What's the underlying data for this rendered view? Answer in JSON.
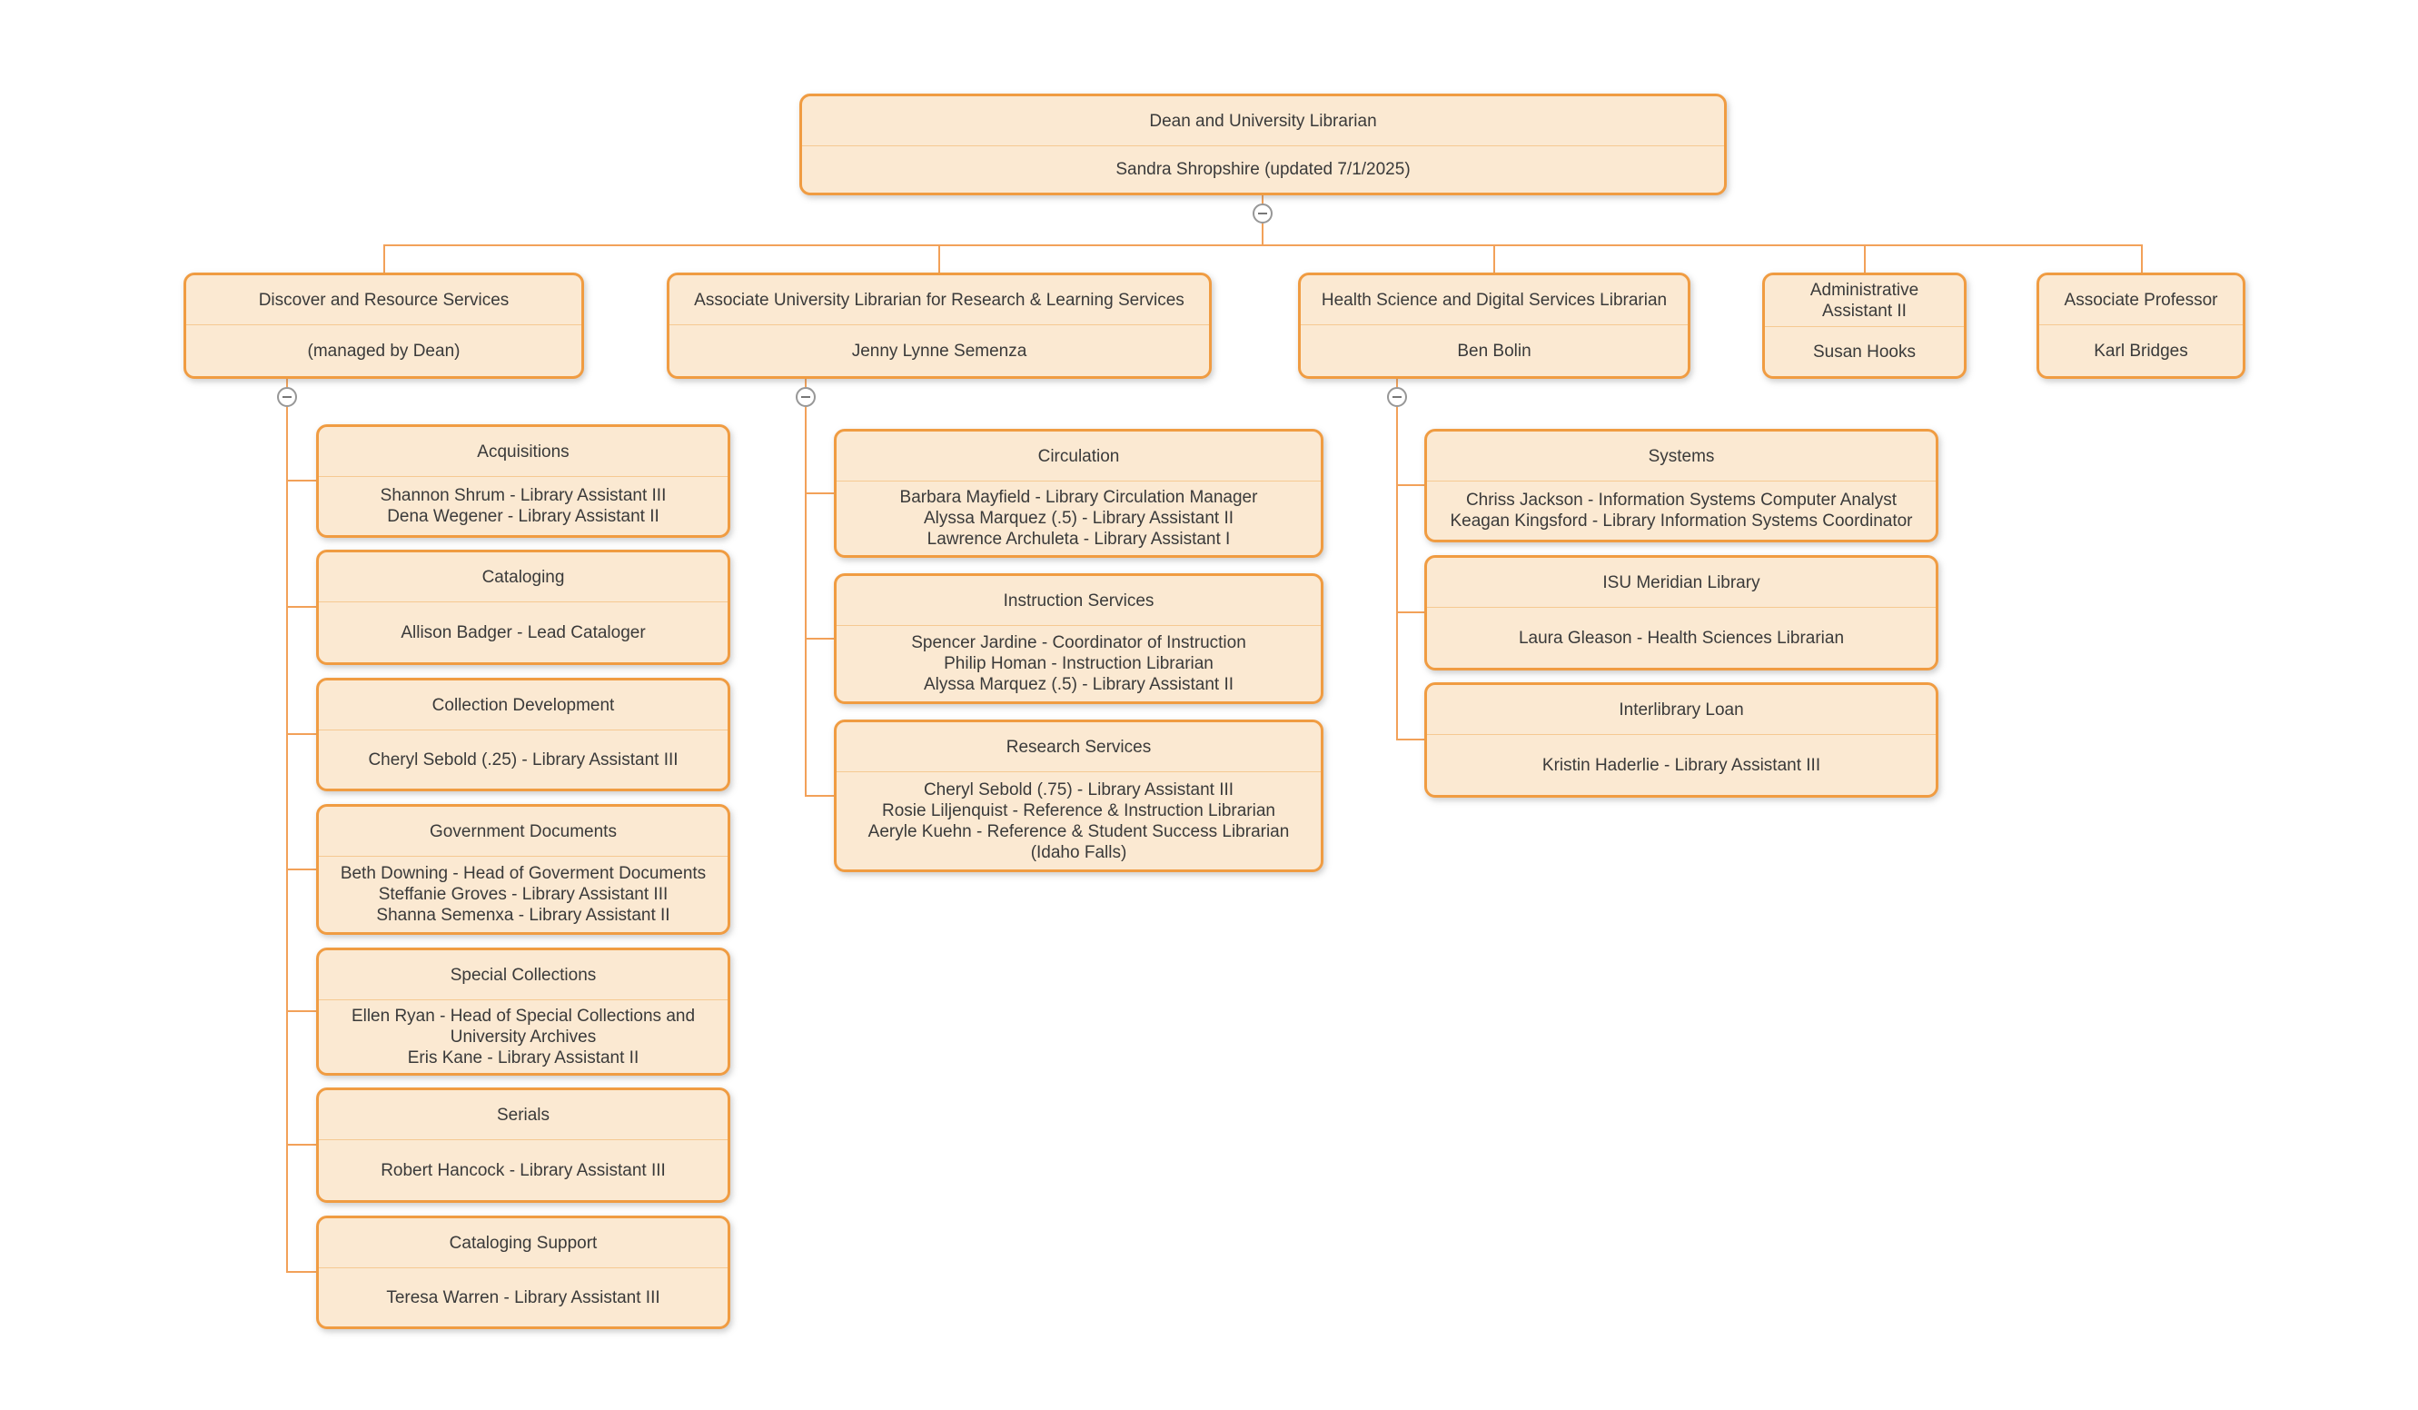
{
  "theme": {
    "node_fill": "#FBE9D2",
    "node_border": "#F09C42",
    "divider": "#F5C992",
    "connector": "#F2A159",
    "text": "#3A3A3A",
    "background": "#FFFFFF"
  },
  "org": {
    "type": "org-chart",
    "dean": {
      "title": "Dean and University Librarian",
      "body": "Sandra Shropshire (updated 7/1/2025)"
    },
    "level2": [
      {
        "title": "Discover and Resource Services",
        "body": "(managed by Dean)"
      },
      {
        "title": "Associate University Librarian for Research & Learning Services",
        "body": "Jenny Lynne Semenza"
      },
      {
        "title": "Health Science and Digital Services Librarian",
        "body": "Ben Bolin"
      },
      {
        "title": "Administrative Assistant II",
        "body": "Susan Hooks"
      },
      {
        "title": "Associate Professor",
        "body": "Karl Bridges"
      }
    ],
    "discover_children": [
      {
        "title": "Acquisitions",
        "body": "Shannon Shrum - Library Assistant III\nDena Wegener - Library Assistant II"
      },
      {
        "title": "Cataloging",
        "body": "Allison Badger - Lead Cataloger"
      },
      {
        "title": "Collection Development",
        "body": "Cheryl Sebold (.25) - Library Assistant III"
      },
      {
        "title": "Government Documents",
        "body": "Beth Downing - Head of Goverment Documents\nSteffanie Groves - Library Assistant III\nShanna Semenxa - Library Assistant II"
      },
      {
        "title": "Special Collections",
        "body": "Ellen Ryan - Head of Special Collections and\nUniversity Archives\nEris Kane - Library Assistant II"
      },
      {
        "title": "Serials",
        "body": "Robert Hancock - Library Assistant III"
      },
      {
        "title": "Cataloging Support",
        "body": "Teresa Warren - Library Assistant III"
      }
    ],
    "research_children": [
      {
        "title": "Circulation",
        "body": "Barbara Mayfield - Library Circulation Manager\nAlyssa Marquez (.5) - Library Assistant II\nLawrence Archuleta - Library Assistant I"
      },
      {
        "title": "Instruction Services",
        "body": "Spencer Jardine - Coordinator of Instruction\nPhilip Homan - Instruction Librarian\nAlyssa Marquez (.5) - Library Assistant II"
      },
      {
        "title": "Research Services",
        "body": "Cheryl Sebold (.75) - Library Assistant III\nRosie Liljenquist - Reference & Instruction Librarian\nAeryle Kuehn - Reference & Student Success Librarian\n(Idaho Falls)"
      }
    ],
    "health_children": [
      {
        "title": "Systems",
        "body": "Chriss Jackson - Information Systems Computer Analyst\nKeagan Kingsford - Library Information Systems Coordinator"
      },
      {
        "title": "ISU Meridian Library",
        "body": "Laura Gleason - Health Sciences Librarian"
      },
      {
        "title": "Interlibrary Loan",
        "body": "Kristin Haderlie - Library Assistant III"
      }
    ]
  }
}
